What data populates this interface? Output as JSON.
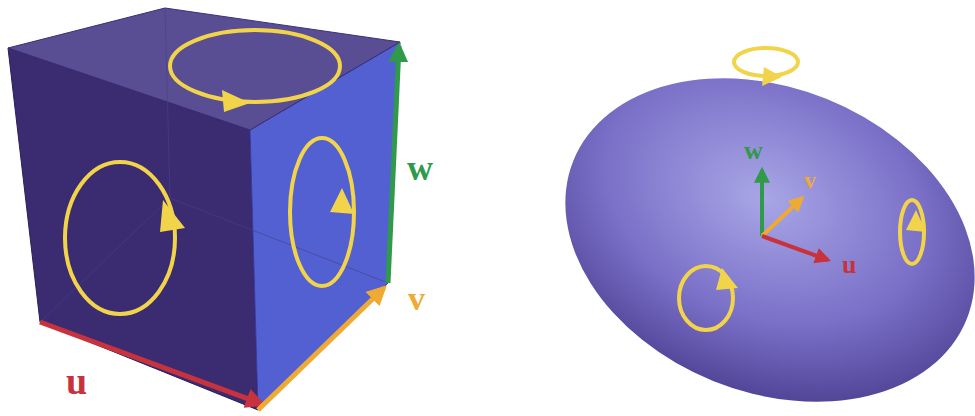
{
  "diagram": {
    "labels": [
      "u",
      "v",
      "w",
      "w",
      "v",
      "u"
    ]
  }
}
